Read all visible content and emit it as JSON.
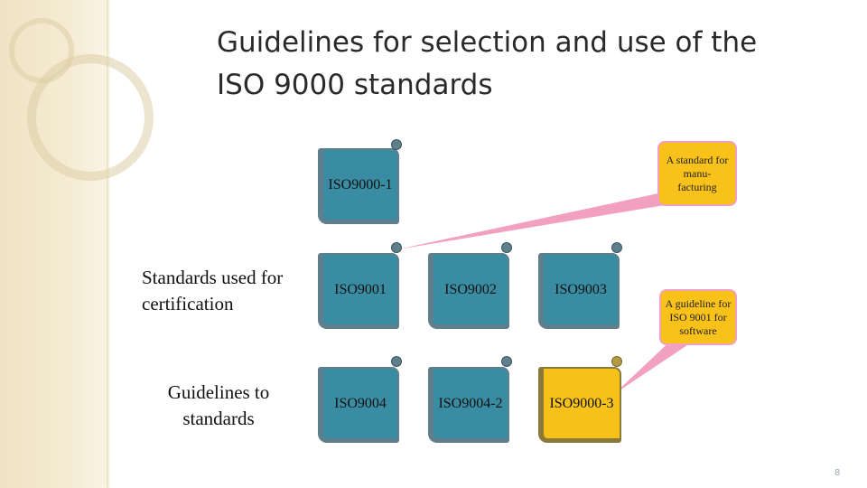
{
  "slide": {
    "title": "Guidelines for selection and use of the ISO 9000 standards",
    "page_number": "8"
  },
  "rows": {
    "certification_label": "Standards used for certification",
    "guidelines_label": "Guidelines to standards"
  },
  "scrolls": {
    "iso9000_1": "ISO9000-1",
    "iso9001": "ISO9001",
    "iso9002": "ISO9002",
    "iso9003": "ISO9003",
    "iso9004": "ISO9004",
    "iso9004_2": "ISO9004-2",
    "iso9000_3": "ISO9000-3"
  },
  "callouts": {
    "manufacturing": "A standard for manu- facturing",
    "software": "A guideline for ISO 9001 for software"
  },
  "colors": {
    "scroll_blue": "#3a8ca3",
    "scroll_yellow": "#f7b500",
    "callout_fill": "#f9c21a",
    "callout_border": "#f2a0c0"
  }
}
